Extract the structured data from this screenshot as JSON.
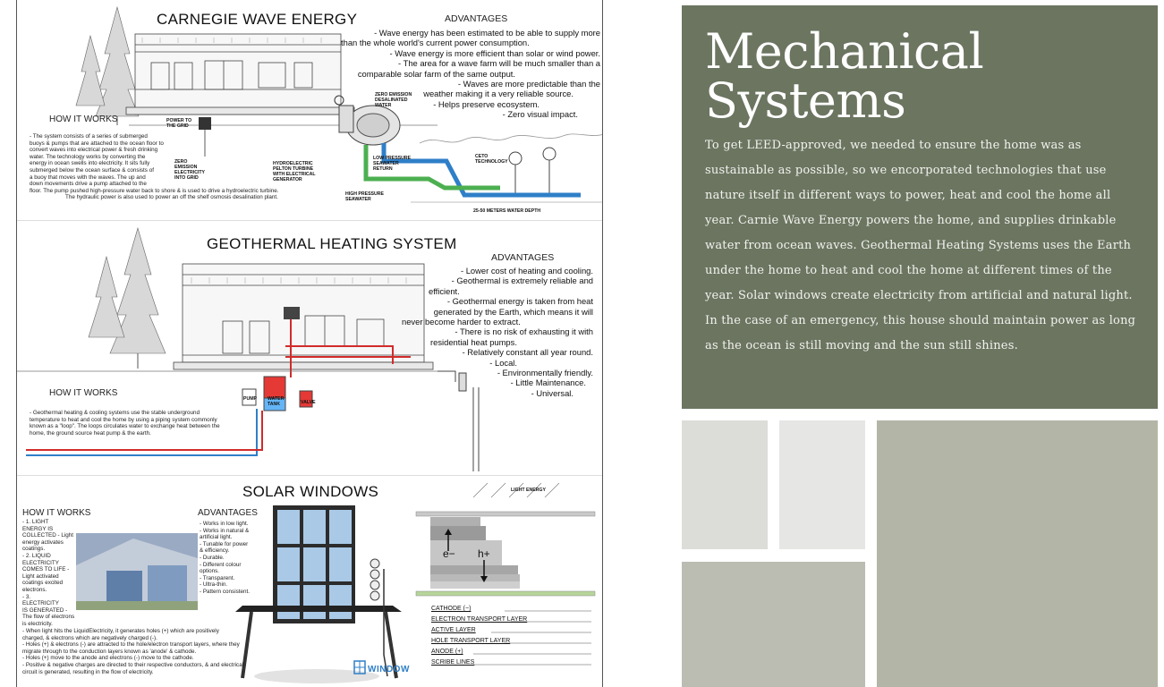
{
  "poster": {
    "wave": {
      "title": "CARNEGIE WAVE ENERGY",
      "advantages_heading": "ADVANTAGES",
      "advantages": [
        "- Wave energy has been estimated to be able to supply more",
        "than the whole world's current power consumption.",
        "- Wave energy is more efficient than solar or wind power.",
        "- The area for a wave farm will be much smaller than a",
        "comparable solar farm of the same output.",
        "- Waves are more predictable than the",
        "weather making it a very reliable source.",
        "- Helps preserve ecosystem.",
        "- Zero visual impact."
      ],
      "how_heading": "HOW IT WORKS",
      "how_text": [
        "- The system consists of a series of submerged",
        "buoys & pumps that are attached to the ocean floor to",
        "convert waves into electrical power & fresh drinking",
        "water. The technology works by converting the",
        "energy in ocean swells into electricity. It sits fully",
        "submerged below the ocean surface & consists of",
        "a buoy that moves with the waves. The up and",
        "down movements drive a pump attached to the",
        "floor. The pump pushed high-pressure water back to shore & is used to drive a hydroelectric turbine.",
        "The hydraulic power is also used to power an off the shelf osmosis desalination plant."
      ],
      "diagram_labels": {
        "power_to_grid": "POWER TO THE GRID",
        "zero_emission_electricity": "ZERO EMISSION ELECTRICITY INTO GRID",
        "zero_emission_water": "ZERO EMISSION DESALINATED WATER",
        "hydroelectric": "HYDROELECTRIC PELTON TURBINE WITH ELECTRICAL GENERATOR",
        "low_pressure": "LOW PRESSURE SEAWATER RETURN",
        "high_pressure": "HIGH PRESSURE SEAWATER",
        "ceto": "CETO TECHNOLOGY",
        "depth": "25-50 METERS WATER DEPTH"
      }
    },
    "geo": {
      "title": "GEOTHERMAL HEATING SYSTEM",
      "advantages_heading": "ADVANTAGES",
      "advantages": [
        "- Lower cost of heating and cooling.",
        "- Geothermal is extremely reliable and",
        "efficient.",
        "- Geothermal energy is taken from heat",
        "generated by the Earth, which means it will",
        "never become harder to extract.",
        "- There is no risk of exhausting it with",
        "residential heat pumps.",
        "- Relatively constant all year round.",
        "- Local.",
        "- Environmentally friendly.",
        "- Little Maintenance.",
        "- Universal."
      ],
      "how_heading": "HOW IT WORKS",
      "how_text": [
        "- Geothermal heating & cooling systems use the stable underground",
        "temperature to heat and cool the home by using a piping system commonly",
        "known as a \"loop\". The loops circulates water to exchange heat between the",
        "home, the ground source heat pump & the earth."
      ],
      "tank_labels": {
        "water_tank": "WATER TANK",
        "valve": "VALVE",
        "pump": "PUMP"
      }
    },
    "solar": {
      "title": "SOLAR WINDOWS",
      "how_heading": "HOW IT WORKS",
      "how_text": [
        "- 1. LIGHT",
        "ENERGY IS",
        "COLLECTED - Light",
        "energy activates",
        "coatings.",
        "- 2. LIQUID",
        "ELECTRICITY",
        "COMES TO LIFE -",
        "Light activated",
        "coatings excited",
        "electrons.",
        "- 3.",
        "ELECTRICITY",
        "IS GENERATED -",
        "The flow of electrons",
        "is electricity."
      ],
      "how_text_bottom": [
        "- When light hits the LiquidElectricity, it generates holes (+) which are positively",
        "charged, & electrons which are negatively charged (-).",
        "- Holes (+) & electrons (-) are attracted to the hole/electron transport layers, where they",
        "migrate through to the conduction layers known as 'anode' & cathode.",
        "- Holes (+) move to the anode and electrons (-) move to the cathode.",
        "- Positive & negative charges are directed to their respective conductors, & and electrical",
        "circuit is generated, resulting in the flow of electricity."
      ],
      "advantages_heading": "ADVANTAGES",
      "advantages": [
        "- Works in low light.",
        "- Works in natural &",
        "artificial light.",
        "- Tunable for power",
        "& efficiency.",
        "- Durable.",
        "- Different colour",
        "options.",
        "- Transparent.",
        "- Ultra-thin.",
        "- Pattern consistent."
      ],
      "sunlight_label": "LIGHT ENERGY",
      "electron_symbol": "e−",
      "hole_symbol": "h+",
      "layers": [
        "CATHODE (−)",
        "ELECTRON TRANSPORT LAYER",
        "ACTIVE LAYER",
        "HOLE TRANSPORT LAYER",
        "ANODE (+)",
        "SCRIBE LINES"
      ],
      "logo_text": "WINDOW"
    }
  },
  "card": {
    "title_line1": "Mechanical",
    "title_line2": "Systems",
    "body": "To get LEED-approved, we needed to ensure the home was as sustainable as possible, so we encorporated technologies that use nature itself in different ways to power, heat and cool the home all year. Carnie Wave Energy powers the home, and supplies drinkable water from ocean waves. Geothermal Heating Systems uses the Earth under the home to heat and cool the home at different times of the year. Solar windows create electricity from artificial and natural light. In the case of an emergency, this house should maintain power as long as the ocean is still moving and the sun still shines.",
    "colors": {
      "card_bg": "#6b7560",
      "tile_light": "#dcdcd8",
      "tile_mid": "#bcbdb2",
      "tile_dark": "#b3b5a6",
      "red_pipe": "#d12b2b",
      "blue_pipe": "#2f7fc8",
      "green_pipe": "#4caf50"
    }
  }
}
